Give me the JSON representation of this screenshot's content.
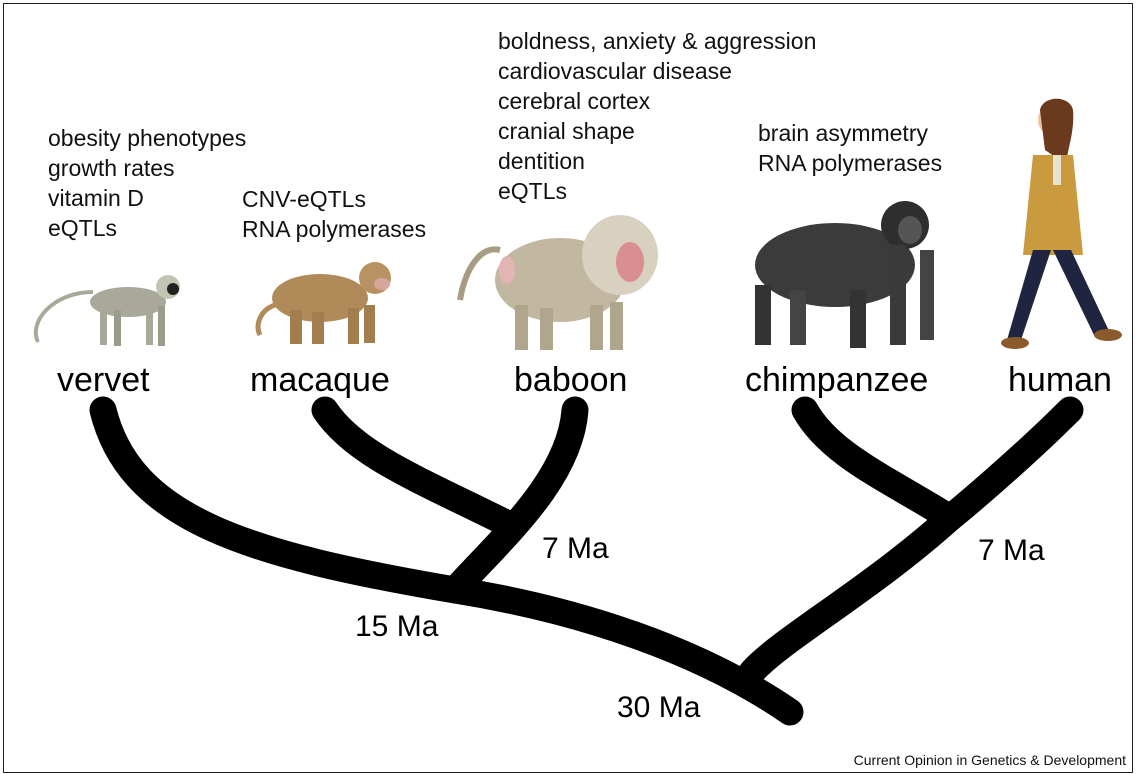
{
  "species": [
    {
      "id": "vervet",
      "name": "vervet",
      "traits": [
        "obesity phenotypes",
        "growth rates",
        "vitamin D",
        "eQTLs"
      ]
    },
    {
      "id": "macaque",
      "name": "macaque",
      "traits": [
        "CNV-eQTLs",
        "RNA polymerases"
      ]
    },
    {
      "id": "baboon",
      "name": "baboon",
      "traits": [
        "boldness, anxiety & aggression",
        "cardiovascular disease",
        "cerebral cortex",
        "cranial shape",
        "dentition",
        "eQTLs"
      ]
    },
    {
      "id": "chimpanzee",
      "name": "chimpanzee",
      "traits": [
        "brain asymmetry",
        "RNA polymerases"
      ]
    },
    {
      "id": "human",
      "name": "human",
      "traits": []
    }
  ],
  "nodes": {
    "macaque_baboon": "7 Ma",
    "old_world_monkeys": "15 Ma",
    "chimp_human": "7 Ma",
    "root": "30 Ma"
  },
  "credit": "Current Opinion in Genetics & Development",
  "colors": {
    "branch": "#000000",
    "vervet_fur": "#a9a99a",
    "macaque_fur": "#b08a58",
    "baboon_fur": "#c2b8a2",
    "baboon_face": "#d98f8f",
    "chimp_fur": "#3b3b3b",
    "human_coat": "#c99a3e",
    "human_pants": "#1f2540"
  },
  "icons": [
    "vervet-image",
    "macaque-image",
    "baboon-image",
    "chimpanzee-image",
    "human-image"
  ]
}
